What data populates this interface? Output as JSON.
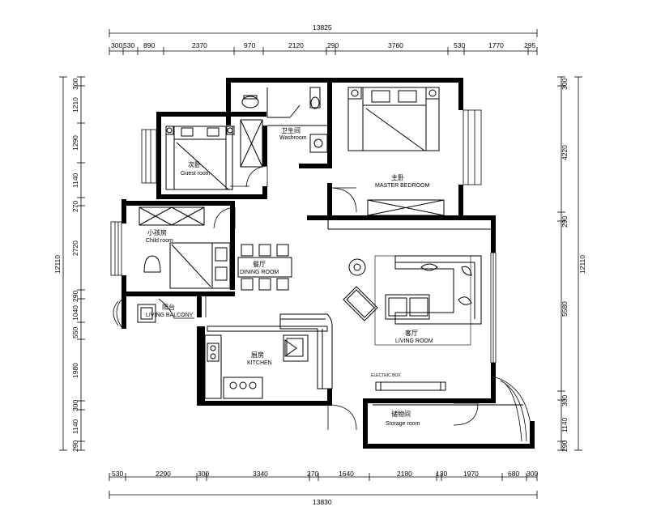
{
  "dimensions": {
    "top_total": "13825",
    "top_segments": [
      "300",
      "530",
      "890",
      "2370",
      "970",
      "2120",
      "290",
      "3760",
      "530",
      "1770",
      "295"
    ],
    "bottom_total": "13830",
    "bottom_segments": [
      "530",
      "2290",
      "300",
      "3340",
      "270",
      "1640",
      "2180",
      "130",
      "1970",
      "680",
      "300"
    ],
    "left_total": "12110",
    "left_segments": [
      "300",
      "1210",
      "1290",
      "1140",
      "270",
      "2720",
      "290",
      "1040",
      "550",
      "1980",
      "300",
      "1140",
      "290"
    ],
    "right_total": "12110",
    "right_segments": [
      "300",
      "4220",
      "290",
      "5580",
      "300",
      "1140",
      "290"
    ]
  },
  "rooms": {
    "washroom": {
      "cn": "卫生间",
      "en": "Washroom"
    },
    "guest_room": {
      "cn": "次卧",
      "en": "Guest room"
    },
    "master_bedroom": {
      "cn": "主卧",
      "en": "MASTER BEDROOM"
    },
    "child_room": {
      "cn": "小孩房",
      "en": "Child room"
    },
    "dining_room": {
      "cn": "餐厅",
      "en": "DINING ROOM"
    },
    "living_room": {
      "cn": "客厅",
      "en": "LIVING ROOM"
    },
    "living_balcony": {
      "cn": "阳台",
      "en": "LIVING BALCONY"
    },
    "kitchen": {
      "cn": "厨房",
      "en": "KITCHEN"
    },
    "storage_room": {
      "cn": "储物间",
      "en": "Storage room"
    }
  }
}
